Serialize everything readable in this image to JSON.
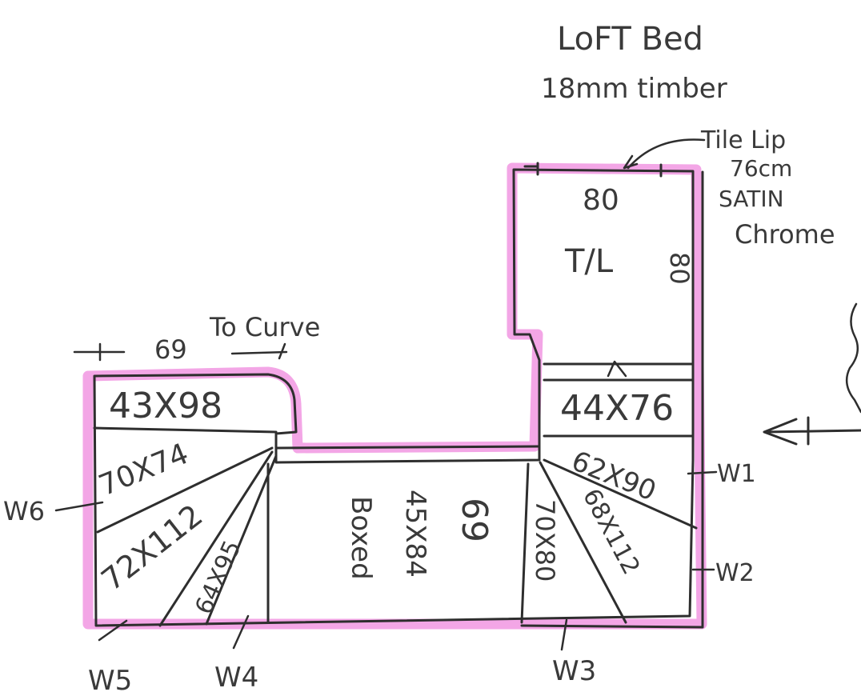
{
  "title": {
    "line1": "LoFT Bed",
    "line2": "18mm timber"
  },
  "tile_lip": {
    "line1": "Tile Lip",
    "line2": "76cm",
    "line3": "SATIN",
    "line4": "Chrome"
  },
  "top_label": {
    "dimension": "69",
    "text": "To Curve"
  },
  "rooms": {
    "r80": "80",
    "tl": "T/L",
    "tl_side": "80",
    "r44x76": "44X76",
    "r43x98": "43X98",
    "r70x74": "70X74",
    "r72x112": "72X112",
    "r64x95": "64X95",
    "boxed": "Boxed",
    "r45x84": "45X84",
    "r69": "69",
    "r70x80": "70X80",
    "r68x112": "68X112",
    "r62x90": "62X90"
  },
  "walls": {
    "w1": "W1",
    "w2": "W2",
    "w3": "W3",
    "w4": "W4",
    "w5": "W5",
    "w6": "W6"
  },
  "colors": {
    "ink": "#2e2e2e",
    "highlight": "#f3a6e6",
    "paper": "#ffffff"
  }
}
